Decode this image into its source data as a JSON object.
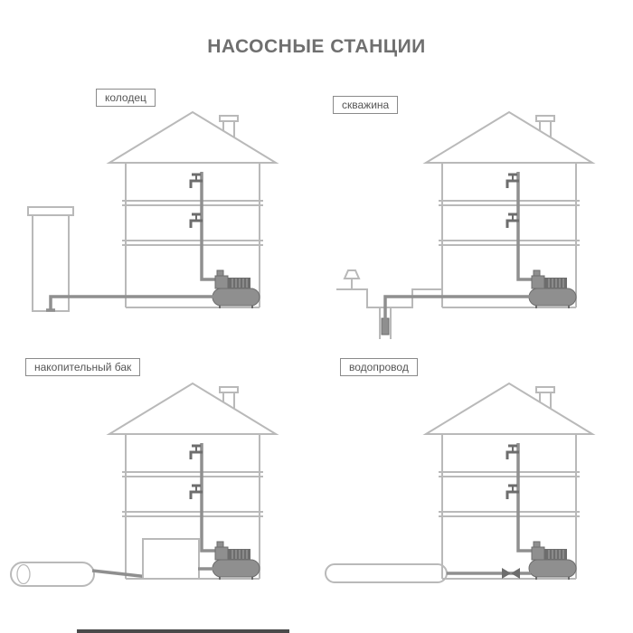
{
  "title": "НАСОСНЫЕ СТАНЦИИ",
  "panels": [
    {
      "id": "well",
      "label": "колодец"
    },
    {
      "id": "borehole",
      "label": "скважина"
    },
    {
      "id": "storage_tank",
      "label": "накопительный бак"
    },
    {
      "id": "water_main",
      "label": "водопровод"
    }
  ],
  "colors": {
    "background": "#ffffff",
    "outline": "#b9b9b9",
    "pipe": "#8f8f8f",
    "equipment_mid": "#8f8f8f",
    "equipment_dark": "#6d6d6d",
    "label_text": "#555555",
    "label_border": "#8a8a8a",
    "title_text": "#6f6f6f"
  }
}
